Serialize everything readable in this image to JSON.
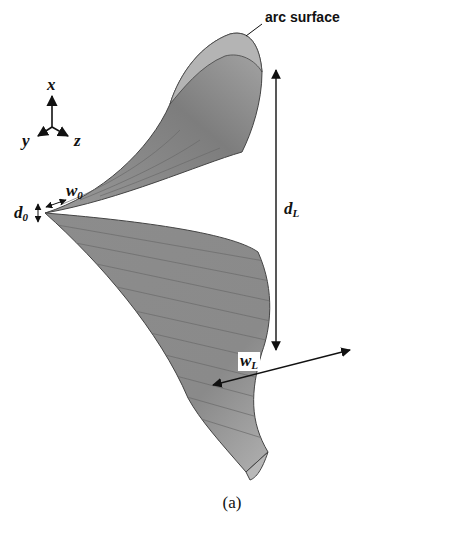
{
  "diagram": {
    "caption": "(a)",
    "labels": [
      "arc surface",
      "x",
      "y",
      "z",
      "w0",
      "d0",
      "dL",
      "wL"
    ]
  }
}
